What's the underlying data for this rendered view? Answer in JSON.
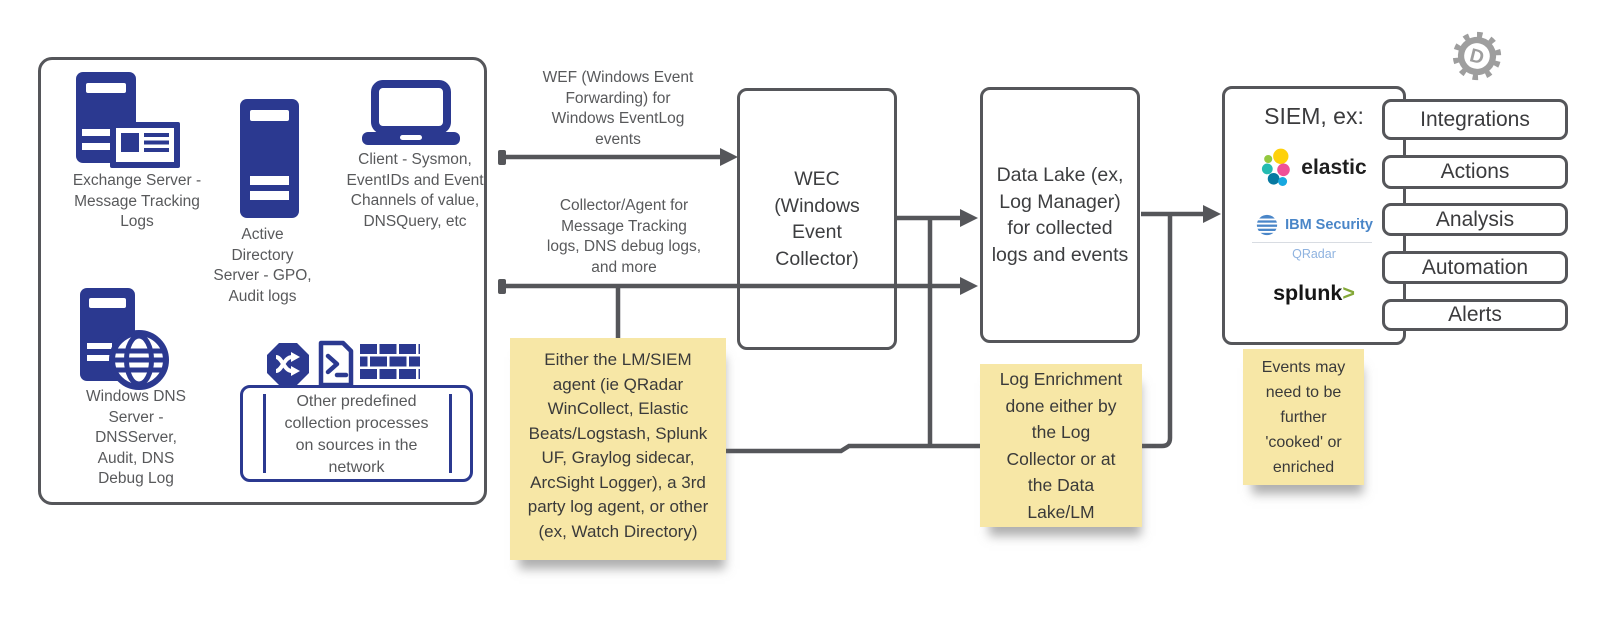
{
  "colors": {
    "navy": "#2b3990",
    "line_gray": "#55565a",
    "label_gray": "#58595b",
    "note_bg": "#f7e7a6",
    "ibm_blue": "#4a86c8",
    "qradar_blue": "#8fb3e0",
    "splunk_green": "#84a838"
  },
  "sources": {
    "exchange": {
      "label": "Exchange Server -\nMessage Tracking\nLogs",
      "icon": "exchange-server-icon"
    },
    "active_directory": {
      "label": "Active\nDirectory\nServer - GPO,\nAudit logs",
      "icon": "directory-server-icon"
    },
    "client": {
      "label": "Client - Sysmon,\nEventIDs and Event\nChannels of value,\nDNSQuery, etc",
      "icon": "laptop-icon"
    },
    "dns": {
      "label": "Windows DNS\nServer -\nDNSServer,\nAudit, DNS\nDebug Log",
      "icon": "dns-globe-icon"
    },
    "other": {
      "label": "Other predefined\ncollection processes\non sources in the\nnetwork",
      "icons": [
        "shuffle-icon",
        "powershell-icon",
        "firewall-icon"
      ]
    }
  },
  "flows": {
    "wef_label": "WEF (Windows Event\nForwarding) for\nWindows EventLog\nevents",
    "collector_label": "Collector/Agent for\nMessage Tracking\nlogs, DNS debug logs,\nand more"
  },
  "nodes": {
    "wec": {
      "label": "WEC\n(Windows\nEvent\nCollector)"
    },
    "data_lake": {
      "label": "Data Lake (ex,\nLog Manager)\nfor collected\nlogs and events"
    },
    "siem": {
      "title": "SIEM, ex:",
      "elastic_label": "elastic",
      "ibm_label": "IBM Security",
      "qradar_label": "QRadar",
      "splunk_label": "splunk",
      "splunk_chevron": ">"
    }
  },
  "capabilities": [
    {
      "label": "Integrations"
    },
    {
      "label": "Actions"
    },
    {
      "label": "Analysis"
    },
    {
      "label": "Automation"
    },
    {
      "label": "Alerts"
    }
  ],
  "notes": {
    "agent": "Either the LM/SIEM\nagent (ie QRadar\nWinCollect, Elastic\nBeats/Logstash, Splunk\nUF, Graylog sidecar,\nArcSight Logger), a 3rd\nparty log agent, or other\n(ex, Watch Directory)",
    "enrichment": "Log Enrichment\ndone either by\nthe Log\nCollector or at\nthe Data\nLake/LM",
    "cooked": "Events may\nneed to be\nfurther\n'cooked' or\nenriched"
  },
  "watermark": {
    "letter": "D"
  }
}
